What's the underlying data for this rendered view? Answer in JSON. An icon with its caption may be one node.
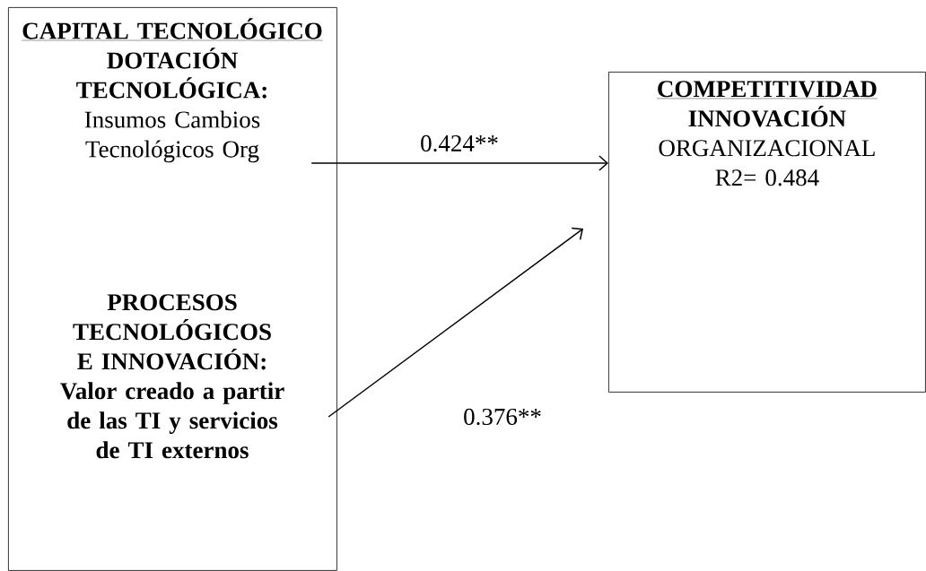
{
  "diagram": {
    "nodes": [
      {
        "text": [],
        "shape": "box"
      },
      {
        "text": [
          "CAPITAL TECNOLÓGICO",
          "DOTACIÓN TECNOLÓGICA:",
          "Insumos Cambios Tecnológicos Org"
        ],
        "in": 0
      },
      {
        "text": [
          "PROCESOS TECNOLÓGICOS E INNOVACIÓN:",
          "Valor creado a partir de las TI y servicios de TI externos"
        ],
        "in": 0
      },
      {
        "text": [
          "COMPETITIVIDAD",
          "INNOVACIÓN",
          "ORGANIZACIONAL",
          "R2= 0.484"
        ]
      }
    ],
    "edges": [
      {
        "from": 1,
        "to": 3,
        "arrow": "to",
        "label": "0.424**"
      },
      {
        "from": 2,
        "to": 3,
        "arrow": "to",
        "label": "0.376**"
      }
    ]
  }
}
